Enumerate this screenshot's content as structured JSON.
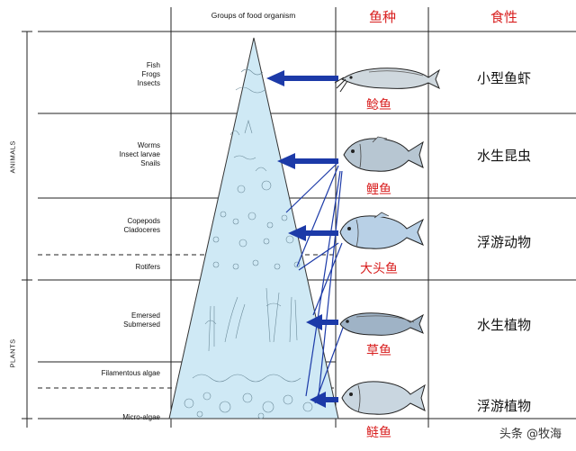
{
  "header": {
    "groups_title": "Groups of food organism",
    "fish_col": "鱼种",
    "habit_col": "食性"
  },
  "side": {
    "animals": "ANIMALS",
    "plants": "PLANTS"
  },
  "levels": [
    {
      "lines": [
        "Fish",
        "Frogs",
        "Insects"
      ]
    },
    {
      "lines": [
        "Worms",
        "Insect larvae",
        "Snails"
      ]
    },
    {
      "lines": [
        "Copepods",
        "Cladoceres"
      ]
    },
    {
      "lines": [
        "Rotifers"
      ]
    },
    {
      "lines": [
        "Emersed",
        "Submersed"
      ]
    },
    {
      "lines": [
        "Filamentous algae"
      ]
    },
    {
      "lines": [
        "Micro-algae"
      ]
    }
  ],
  "fish": [
    {
      "name": "鲶鱼",
      "habit": "小型鱼虾",
      "icon": "catfish-icon"
    },
    {
      "name": "鲤鱼",
      "habit": "水生昆虫",
      "icon": "carp-icon"
    },
    {
      "name": "大头鱼",
      "habit": "浮游动物",
      "icon": "bighead-carp-icon"
    },
    {
      "name": "草鱼",
      "habit": "水生植物",
      "icon": "grass-carp-icon"
    },
    {
      "name": "鲢鱼",
      "habit": "浮游植物",
      "icon": "silver-carp-icon"
    }
  ],
  "watermark": "头条 @牧海",
  "colors": {
    "accent_red": "#d81e1e",
    "arrow_blue": "#1c3aa8",
    "pyramid_fill": "#cfe9f5"
  }
}
